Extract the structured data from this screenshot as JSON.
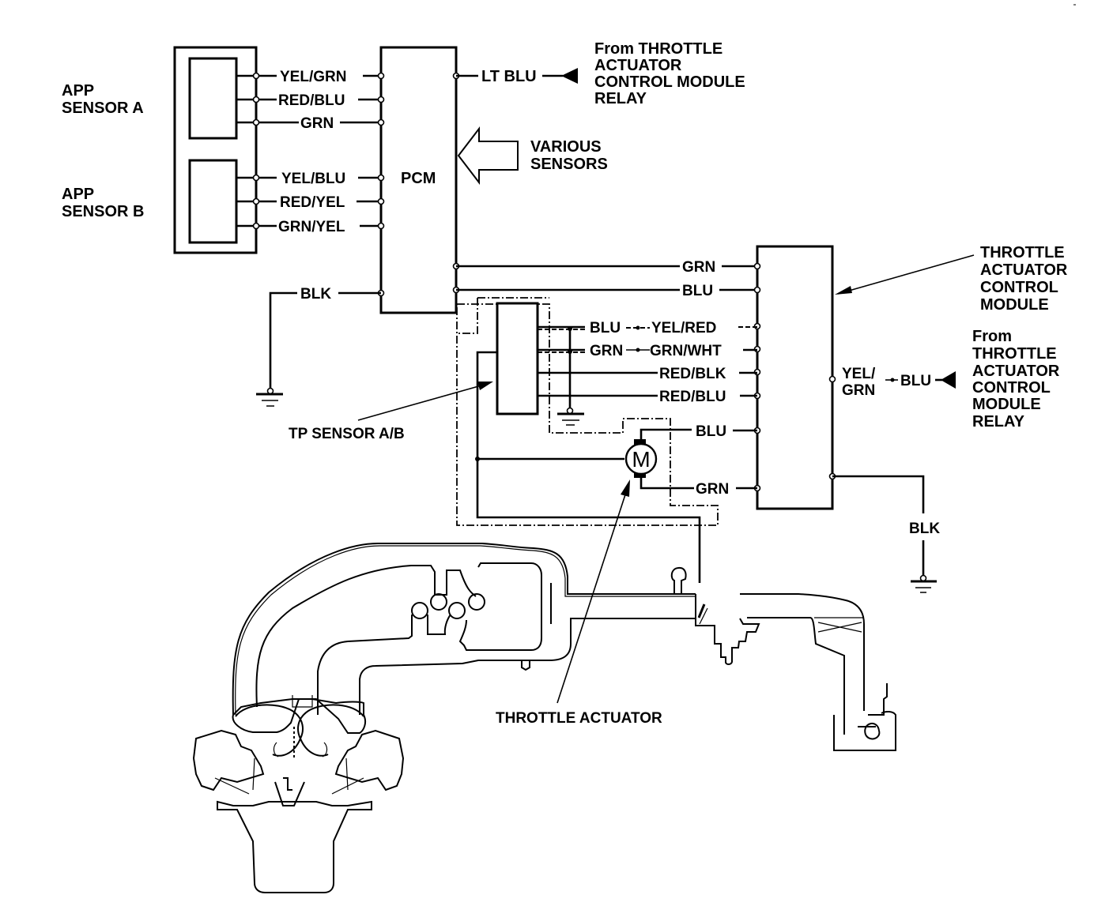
{
  "components": {
    "app_sensor_a": {
      "label_line1": "APP",
      "label_line2": "SENSOR A"
    },
    "app_sensor_b": {
      "label_line1": "APP",
      "label_line2": "SENSOR B"
    },
    "pcm": {
      "label": "PCM"
    },
    "various_sensors": {
      "label_line1": "VARIOUS",
      "label_line2": "SENSORS"
    },
    "tacm": {
      "label_line1": "THROTTLE",
      "label_line2": "ACTUATOR",
      "label_line3": "CONTROL",
      "label_line4": "MODULE"
    },
    "tacm_relay_top": {
      "line1": "From THROTTLE",
      "line2": "ACTUATOR",
      "line3": "CONTROL MODULE",
      "line4": "RELAY"
    },
    "tacm_relay_right": {
      "line1": "From",
      "line2": "THROTTLE",
      "line3": "ACTUATOR",
      "line4": "CONTROL",
      "line5": "MODULE",
      "line6": "RELAY"
    },
    "tp_sensor": {
      "label": "TP SENSOR A/B"
    },
    "throttle_actuator": {
      "label": "THROTTLE ACTUATOR",
      "motor_symbol": "M"
    }
  },
  "wires": {
    "app_a": [
      "YEL/GRN",
      "RED/BLU",
      "GRN"
    ],
    "app_b": [
      "YEL/BLU",
      "RED/YEL",
      "GRN/YEL"
    ],
    "pcm_ground": "BLK",
    "pcm_relay": "LT BLU",
    "pcm_tacm": [
      "GRN",
      "BLU"
    ],
    "tp_left": [
      "BLU",
      "GRN"
    ],
    "tp_right": [
      "YEL/RED",
      "GRN/WHT",
      "RED/BLK",
      "RED/BLU"
    ],
    "motor": [
      "BLU",
      "GRN"
    ],
    "tacm_power_left": "YEL/",
    "tacm_power_left2": "GRN",
    "tacm_power_right": "BLU",
    "tacm_ground": "BLK"
  }
}
